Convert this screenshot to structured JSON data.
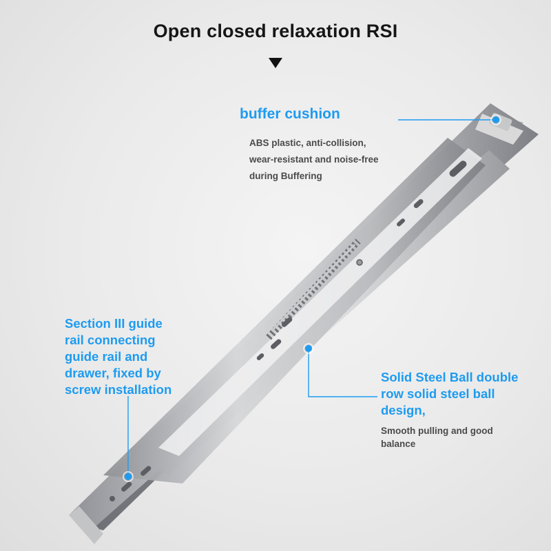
{
  "header": {
    "title": "Open closed relaxation RSI",
    "arrow_icon": "down-triangle-icon"
  },
  "callouts": {
    "buffer": {
      "title": "buffer cushion",
      "desc": [
        "ABS plastic, anti-collision,",
        "wear-resistant and noise-free",
        "during Buffering"
      ]
    },
    "section": {
      "title": [
        "Section III guide",
        "rail connecting",
        "guide rail and",
        "drawer, fixed by",
        "screw installation"
      ]
    },
    "steel": {
      "title": [
        "Solid Steel Ball double",
        "row solid steel ball",
        "design,"
      ],
      "desc": [
        "Smooth pulling and good",
        "balance"
      ]
    }
  },
  "colors": {
    "accent": "#1e9bf0",
    "title_text": "#161616",
    "desc_text": "#4a4a4a",
    "background": "#eaeaea"
  }
}
